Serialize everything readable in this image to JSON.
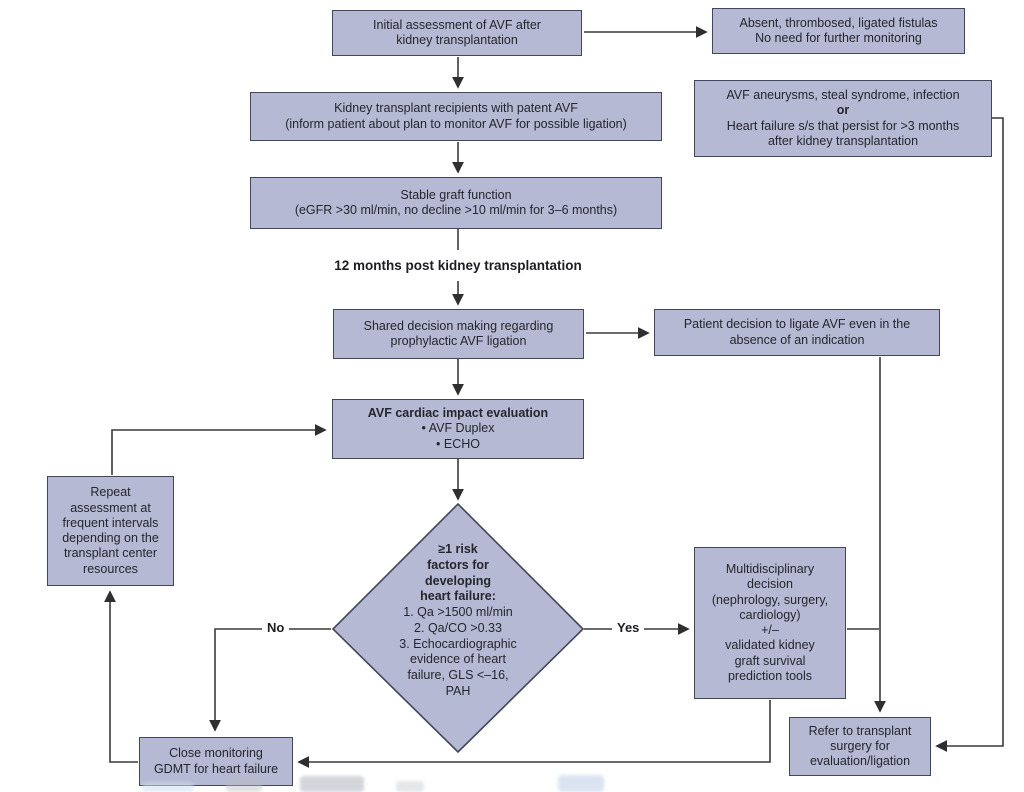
{
  "palette": {
    "box_fill": "#b5b9d3",
    "box_border": "#41465c",
    "arrow": "#333333",
    "text": "#26262c",
    "background": "#ffffff"
  },
  "labels": {
    "milestone": "12 months post kidney transplantation",
    "no": "No",
    "yes": "Yes"
  },
  "nodes": {
    "initial": {
      "text": "Initial assessment of AVF after\nkidney transplantation"
    },
    "absent": {
      "text": "Absent, thrombosed, ligated fistulas\nNo need for further monitoring"
    },
    "recipients": {
      "text": "Kidney transplant recipients with patent AVF\n(inform patient about plan to monitor AVF for possible ligation)"
    },
    "aneurysms": {
      "line1": "AVF aneurysms, steal syndrome, infection",
      "connector": "or",
      "line2": "Heart failure s/s that persist for >3 months\nafter kidney transplantation"
    },
    "stable": {
      "text": "Stable graft function\n(eGFR >30 ml/min, no decline >10 ml/min for 3–6 months)"
    },
    "shared": {
      "text": "Shared decision making regarding\nprophylactic AVF ligation"
    },
    "patient_decision": {
      "text": "Patient decision to ligate AVF even in the\nabsence of an indication"
    },
    "cardiac": {
      "title": "AVF cardiac impact evaluation",
      "bullets": "• AVF Duplex\n• ECHO"
    },
    "repeat": {
      "text": "Repeat\nassessment at\nfrequent intervals\ndepending on the\ntransplant center\nresources"
    },
    "risk_diamond": {
      "title": "≥1 risk\nfactors for\ndeveloping\nheart failure:",
      "items": "1. Qa >1500 ml/min\n2. Qa/CO >0.33\n3. Echocardiographic\nevidence of heart\nfailure, GLS <–16,\nPAH"
    },
    "multi": {
      "text": "Multidisciplinary\ndecision\n(nephrology, surgery,\ncardiology)\n+/–\nvalidated kidney\ngraft survival\nprediction tools"
    },
    "refer": {
      "text": "Refer to transplant\nsurgery for\nevaluation/ligation"
    },
    "close": {
      "text": "Close monitoring\nGDMT for heart failure"
    }
  }
}
